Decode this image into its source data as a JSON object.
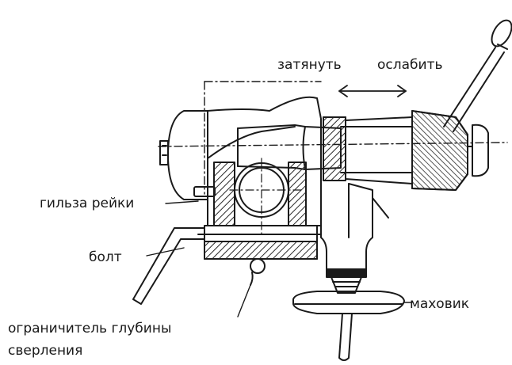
{
  "labels": {
    "tighten": "затянуть",
    "loosen": "ослабить",
    "rack_sleeve": "гильза рейки",
    "bolt": "болт",
    "handwheel": "маховик",
    "depth_stop_line1": "ограничитель глубины",
    "depth_stop_line2": "сверления"
  },
  "colors": {
    "ink": "#1a1a1a",
    "hatch": "#2a2a2a",
    "background": "#ffffff"
  }
}
